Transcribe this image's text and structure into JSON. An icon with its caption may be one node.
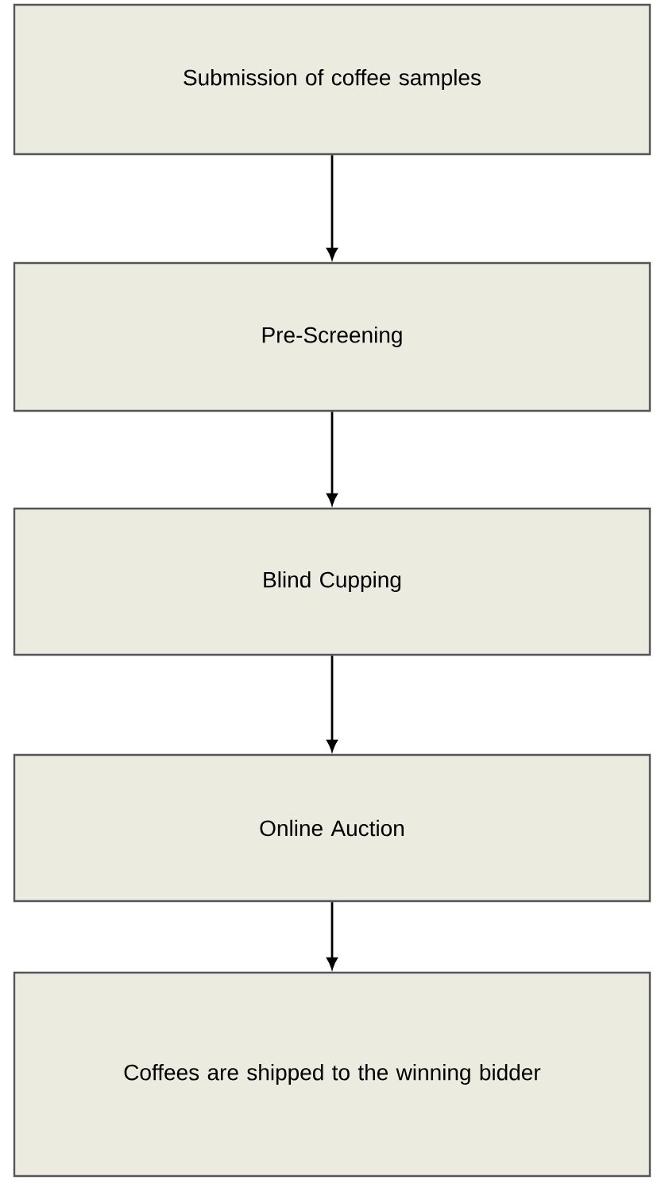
{
  "diagram": {
    "nodes": [
      {
        "text": [
          "Submission of coffee samples"
        ]
      },
      {
        "text": [
          "Pre-Screening"
        ]
      },
      {
        "text": [
          "Blind Cupping"
        ]
      },
      {
        "text": [
          "Online Auction"
        ]
      },
      {
        "text": [
          "Coffees are shipped to the winning bidder"
        ]
      }
    ],
    "edges": [
      {
        "from": 0,
        "to": 1,
        "arrow": "to"
      },
      {
        "from": 1,
        "to": 2,
        "arrow": "to"
      },
      {
        "from": 2,
        "to": 3,
        "arrow": "to"
      },
      {
        "from": 3,
        "to": 4,
        "arrow": "to"
      }
    ]
  }
}
